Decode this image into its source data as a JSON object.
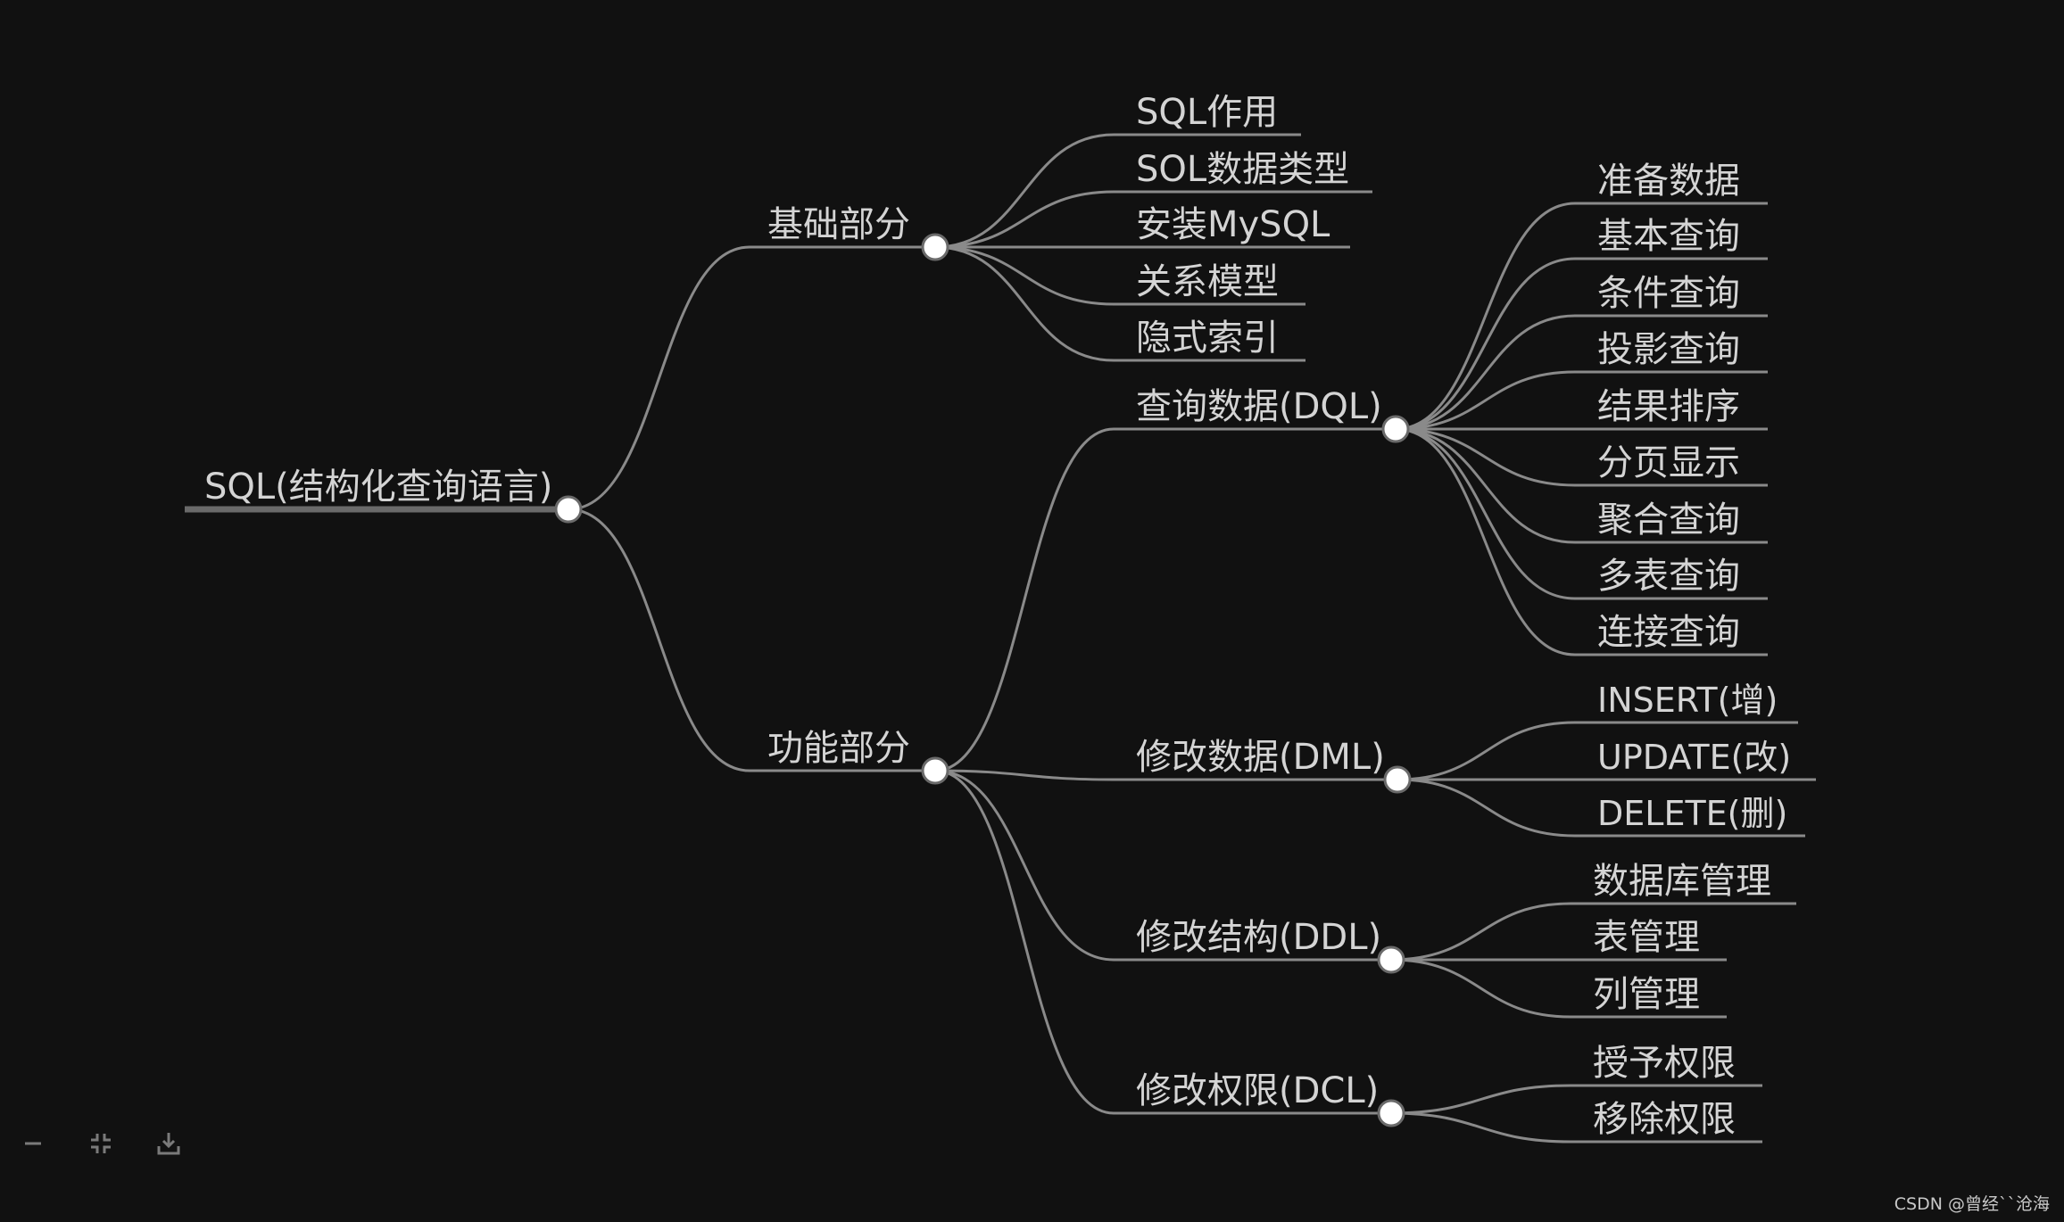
{
  "mindmap": {
    "root": {
      "id": "root",
      "label": "SQL(结构化查询语言)",
      "children": [
        {
          "id": "basic",
          "label": "基础部分",
          "children": [
            {
              "id": "b1",
              "label": "SQL作用"
            },
            {
              "id": "b2",
              "label": "SOL数据类型"
            },
            {
              "id": "b3",
              "label": "安装MySQL"
            },
            {
              "id": "b4",
              "label": "关系模型"
            },
            {
              "id": "b5",
              "label": "隐式索引"
            }
          ]
        },
        {
          "id": "func",
          "label": "功能部分",
          "children": [
            {
              "id": "dql",
              "label": "查询数据(DQL)",
              "children": [
                {
                  "id": "q1",
                  "label": "准备数据"
                },
                {
                  "id": "q2",
                  "label": "基本查询"
                },
                {
                  "id": "q3",
                  "label": "条件查询"
                },
                {
                  "id": "q4",
                  "label": "投影查询"
                },
                {
                  "id": "q5",
                  "label": "结果排序"
                },
                {
                  "id": "q6",
                  "label": "分页显示"
                },
                {
                  "id": "q7",
                  "label": "聚合查询"
                },
                {
                  "id": "q8",
                  "label": "多表查询"
                },
                {
                  "id": "q9",
                  "label": "连接查询"
                }
              ]
            },
            {
              "id": "dml",
              "label": "修改数据(DML)",
              "children": [
                {
                  "id": "m1",
                  "label": "INSERT(增)"
                },
                {
                  "id": "m2",
                  "label": "UPDATE(改)"
                },
                {
                  "id": "m3",
                  "label": "DELETE(删)"
                }
              ]
            },
            {
              "id": "ddl",
              "label": "修改结构(DDL)",
              "children": [
                {
                  "id": "d1",
                  "label": "数据库管理"
                },
                {
                  "id": "d2",
                  "label": "表管理"
                },
                {
                  "id": "d3",
                  "label": "列管理"
                }
              ]
            },
            {
              "id": "dcl",
              "label": "修改权限(DCL)",
              "children": [
                {
                  "id": "c1",
                  "label": "授予权限"
                },
                {
                  "id": "c2",
                  "label": "移除权限"
                }
              ]
            }
          ]
        }
      ]
    }
  },
  "toolbar": {
    "buttons": [
      {
        "name": "zoom-out-button",
        "icon": "minus-icon"
      },
      {
        "name": "fit-view-button",
        "icon": "collapse-icon"
      },
      {
        "name": "download-button",
        "icon": "download-icon"
      }
    ]
  },
  "watermark": "CSDN @曾经``沧海",
  "colors": {
    "background": "#111111",
    "node_text": "#d4d4d4",
    "links": "#8a8a8a",
    "root_bar": "#6a6a6a",
    "knob": "#ffffff"
  }
}
